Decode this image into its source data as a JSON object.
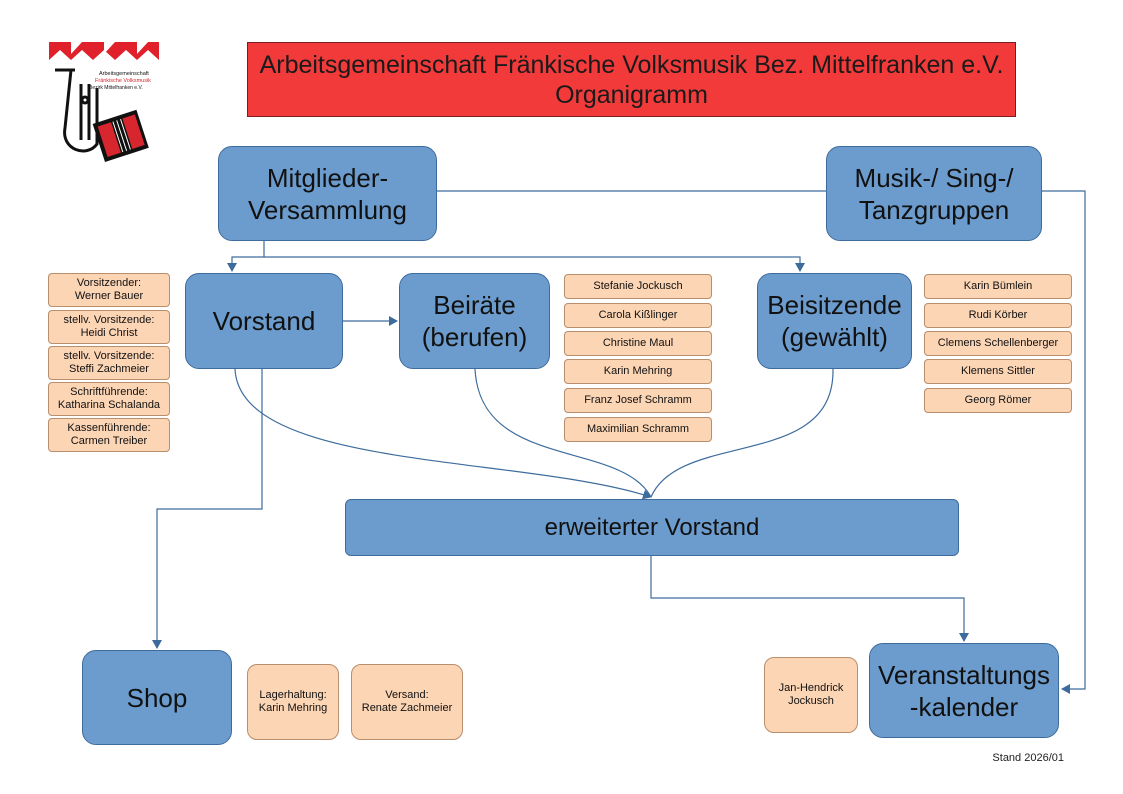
{
  "logo": {
    "line1": "Arbeitsgemeinschaft",
    "line2": "Fränkische Volksmusik",
    "line3": "Bezirk Mittelfranken e.V."
  },
  "title": {
    "line1": "Arbeitsgemeinschaft Fränkische Volksmusik Bez. Mittelfranken e.V.",
    "line2": "Organigramm"
  },
  "nodes": {
    "mitglieder": [
      "Mitglieder-",
      "Versammlung"
    ],
    "musik": [
      "Musik-/ Sing-/",
      "Tanzgruppen"
    ],
    "vorstand": "Vorstand",
    "beiraete": [
      "Beiräte",
      "(berufen)"
    ],
    "beisitzende": [
      "Beisitzende",
      "(gewählt)"
    ],
    "erweitert": "erweiterter Vorstand",
    "shop": "Shop",
    "kalender": [
      "Veranstaltungs",
      "-kalender"
    ]
  },
  "vorstand_members": [
    [
      "Vorsitzender:",
      "Werner Bauer"
    ],
    [
      "stellv. Vorsitzende:",
      "Heidi Christ"
    ],
    [
      "stellv. Vorsitzende:",
      "Steffi Zachmeier"
    ],
    [
      "Schriftführende:",
      "Katharina Schalanda"
    ],
    [
      "Kassenführende:",
      "Carmen Treiber"
    ]
  ],
  "beiraete_members": [
    "Stefanie Jockusch",
    "Carola Kißlinger",
    "Christine Maul",
    "Karin Mehring",
    "Franz Josef Schramm",
    "Maximilian Schramm"
  ],
  "beisitzende_members": [
    "Karin Bümlein",
    "Rudi Körber",
    "Clemens Schellenberger",
    "Klemens Sittler",
    "Georg Römer"
  ],
  "shop_members": [
    [
      "Lagerhaltung:",
      "Karin Mehring"
    ],
    [
      "Versand:",
      "Renate Zachmeier"
    ]
  ],
  "kalender_member": [
    "Jan-Hendrick",
    "Jockusch"
  ],
  "stand": "Stand 2026/01",
  "colors": {
    "title_bg": "#f23a3a",
    "node_blue": "#6c9ccd",
    "member_orange": "#fcd5b5",
    "connector": "#3d6c9c"
  }
}
